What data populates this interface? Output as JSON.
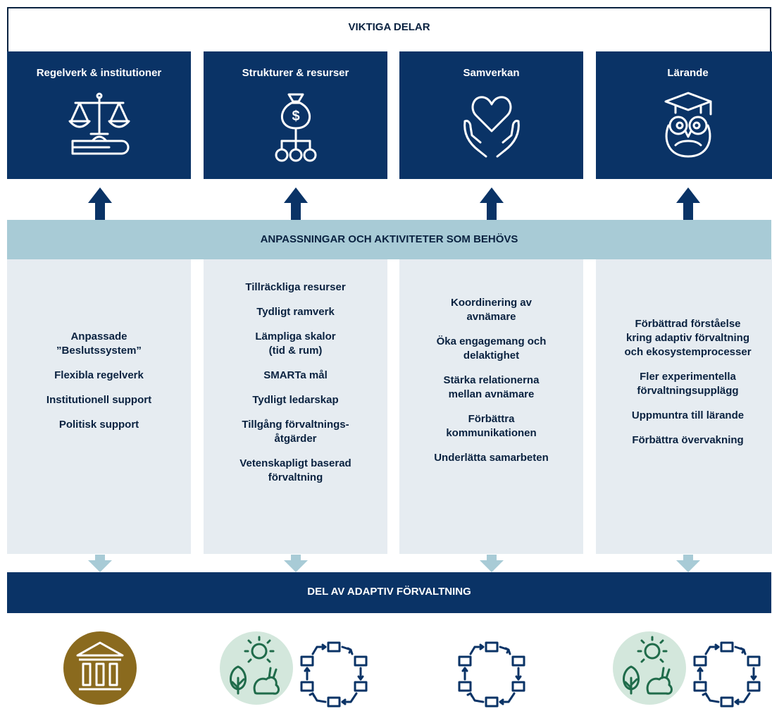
{
  "header": {
    "title": "VIKTIGA DELAR"
  },
  "cards": [
    {
      "title": "Regelverk & institutioner",
      "icon": "scales-law-icon"
    },
    {
      "title": "Strukturer & resurser",
      "icon": "money-bag-network-icon"
    },
    {
      "title": "Samverkan",
      "icon": "heart-hands-icon"
    },
    {
      "title": "Lärande",
      "icon": "owl-graduate-icon"
    }
  ],
  "middle": {
    "title": "ANPASSNINGAR OCH AKTIVITETER SOM BEHÖVS"
  },
  "columns": [
    {
      "items": [
        "Anpassade\n”Beslutssystem”",
        "Flexibla regelverk",
        "Institutionell support",
        "Politisk support"
      ]
    },
    {
      "items": [
        "Tillräckliga resurser",
        "Tydligt ramverk",
        "Lämpliga skalor\n(tid & rum)",
        "SMARTa mål",
        "Tydligt ledarskap",
        "Tillgång förvaltnings-\nåtgärder",
        "Vetenskapligt baserad\nförvaltning"
      ]
    },
    {
      "items": [
        "Koordinering av\navnämare",
        "Öka engagemang och\ndelaktighet",
        "Stärka relationerna\nmellan avnämare",
        "Förbättra\nkommunikationen",
        "Underlätta samarbeten"
      ]
    },
    {
      "items": [
        "Förbättrad förståelse\nkring adaptiv förvaltning\noch ekosystemprocesser",
        "Fler experimentella\nförvaltningsupplägg",
        "Uppmuntra till lärande",
        "Förbättra övervakning"
      ]
    }
  ],
  "bottom": {
    "title": "DEL AV ADAPTIV FÖRVALTNING"
  },
  "bottom_icons": [
    [
      "institution-icon"
    ],
    [
      "ecosystem-icon",
      "cycle-icon"
    ],
    [
      "cycle-icon"
    ],
    [
      "ecosystem-icon",
      "cycle-icon"
    ]
  ],
  "colors": {
    "navy": "#0a3366",
    "light_band": "#a8cbd6",
    "column_bg": "#e6ecf1",
    "up_arrow": "#0a3366",
    "down_arrow": "#a8cbd6",
    "institution": "#8a6a1e",
    "ecosystem_bg": "#d3e7dc",
    "ecosystem_line": "#1f6b4a"
  }
}
